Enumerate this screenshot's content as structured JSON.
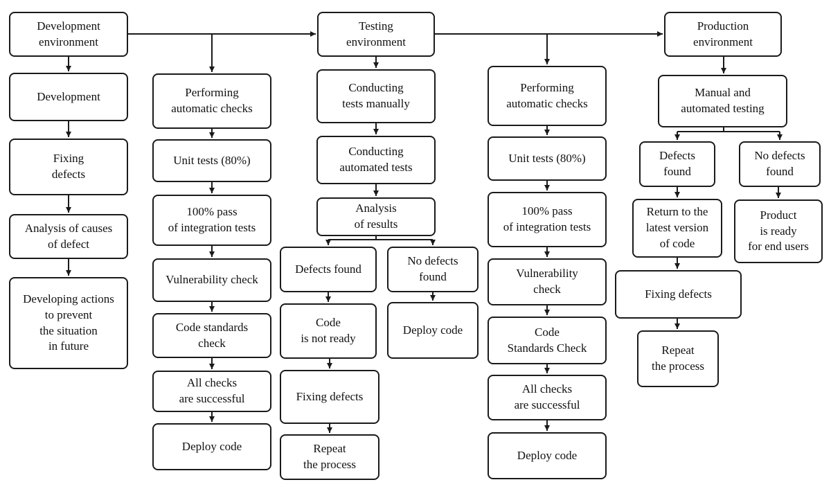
{
  "colors": {
    "stroke": "#1a1a1a",
    "text": "#111111",
    "background": "#ffffff"
  },
  "nodes": {
    "dev_env": "Development\nenvironment",
    "test_env": "Testing\nenvironment",
    "prod_env": "Production\nenvironment",
    "development": "Development",
    "fixing_defects_dev": "Fixing\ndefects",
    "analysis_causes": "Analysis of causes\nof defect",
    "developing_actions": "Developing actions\nto prevent\nthe situation\nin future",
    "auto_checks_1": "Performing\nautomatic checks",
    "unit_tests_1": "Unit tests (80%)",
    "integration_1": "100% pass\nof integration tests",
    "vulnerability_1": "Vulnerability check",
    "code_standards_1": "Code standards\ncheck",
    "all_checks_1": "All checks\nare successful",
    "deploy_1": "Deploy code",
    "manual_tests": "Conducting\ntests manually",
    "automated_tests": "Conducting\nautomated tests",
    "analysis_results": "Analysis\nof results",
    "defects_found_test": "Defects found",
    "no_defects_test": "No defects\nfound",
    "code_not_ready": "Code\nis not ready",
    "deploy_test": "Deploy code",
    "fixing_defects_test": "Fixing defects",
    "repeat_test": "Repeat\nthe process",
    "auto_checks_2": "Performing\nautomatic checks",
    "unit_tests_2": "Unit tests (80%)",
    "integration_2": "100% pass\nof integration tests",
    "vulnerability_2": "Vulnerability\ncheck",
    "code_standards_2": "Code\nStandards Check",
    "all_checks_2": "All checks\nare successful",
    "deploy_2": "Deploy code",
    "manual_automated": "Manual and\nautomated testing",
    "defects_found_prod": "Defects\nfound",
    "no_defects_prod": "No defects\nfound",
    "return_latest": "Return to the\nlatest version\nof code",
    "product_ready": "Product\nis ready\nfor end users",
    "fixing_defects_prod": "Fixing defects",
    "repeat_prod": "Repeat\nthe process"
  }
}
